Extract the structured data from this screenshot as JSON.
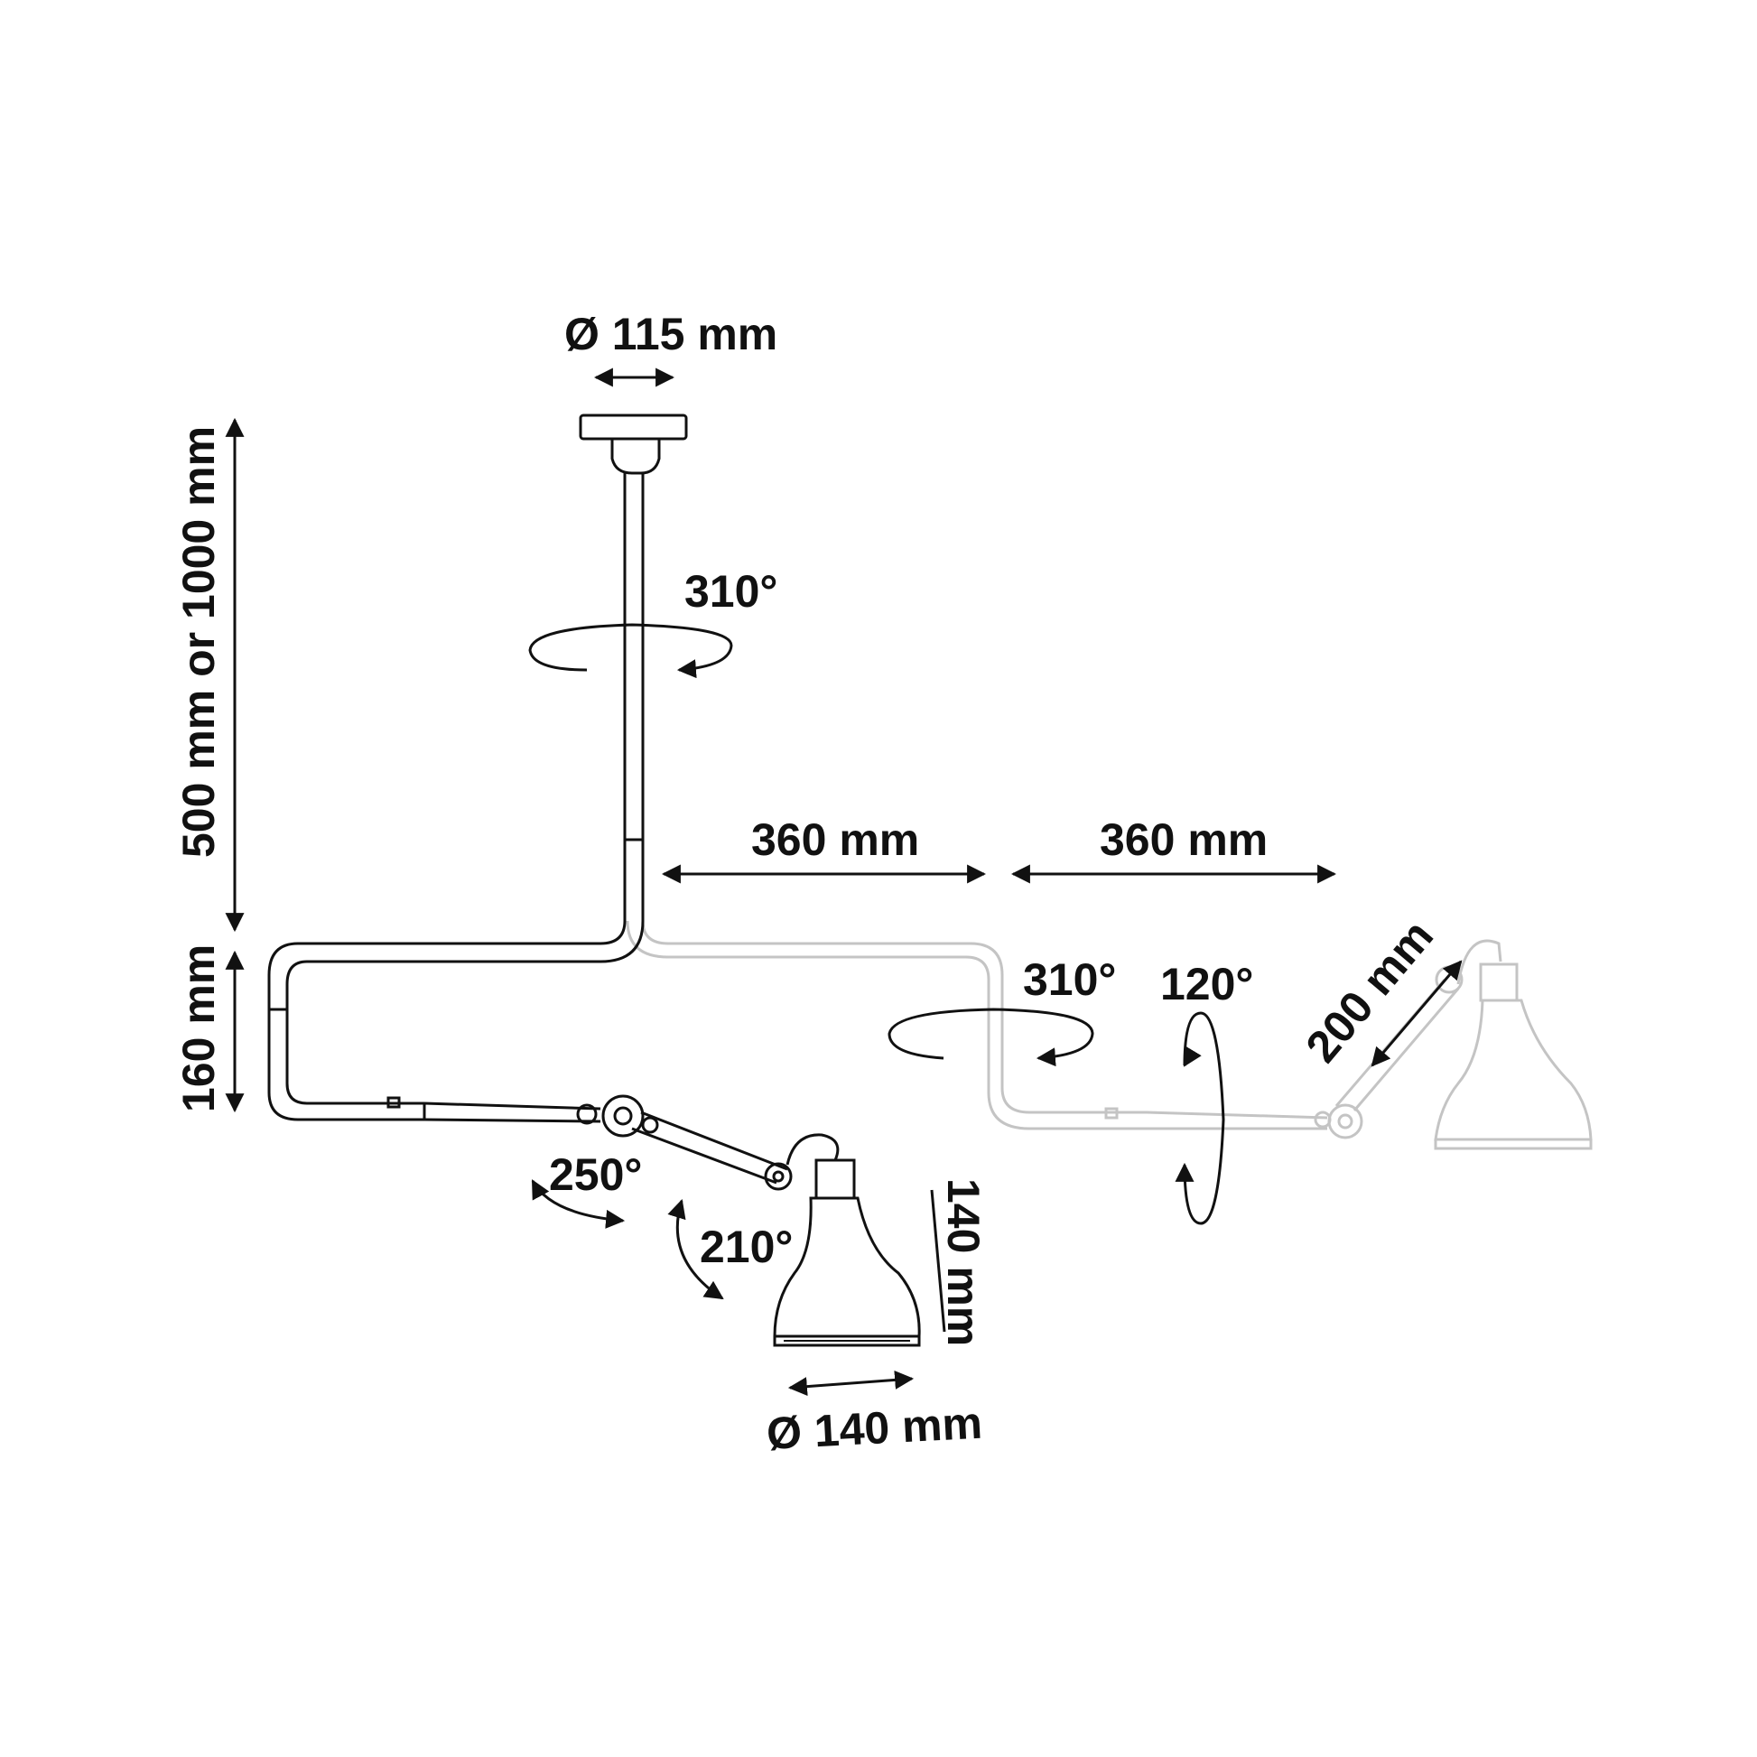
{
  "dimensions": {
    "canopy_diameter": "Ø 115 mm",
    "stem_length": "500 mm or 1000 mm",
    "drop_height": "160 mm",
    "arm_length_1": "360 mm",
    "arm_length_2": "360 mm",
    "small_arm_length": "200 mm",
    "shade_height": "140 mm",
    "shade_diameter": "Ø 140 mm"
  },
  "rotations": {
    "stem_rotation": "310°",
    "joint_rotation": "310°",
    "tilt_rotation": "120°",
    "elbow_rotation": "250°",
    "shade_rotation": "210°"
  },
  "colors": {
    "line_dark": "#111111",
    "line_ghost": "#c4c4c4",
    "background": "#ffffff"
  }
}
